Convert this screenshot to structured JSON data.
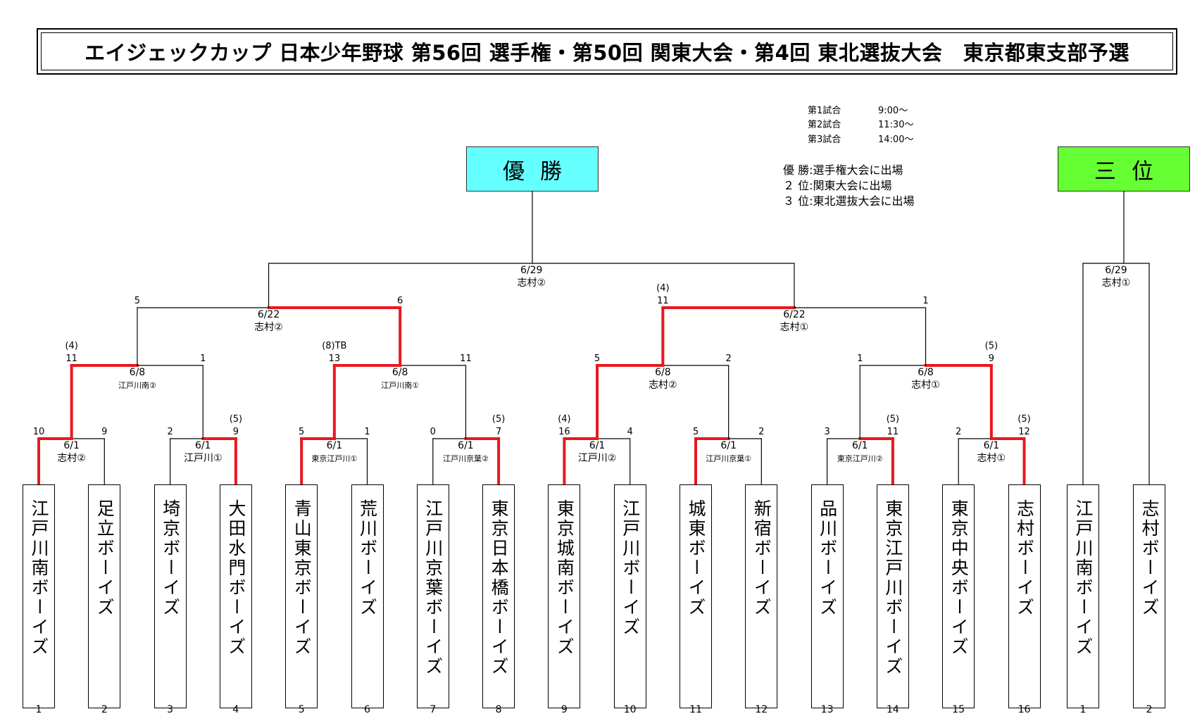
{
  "title": "エイジェックカップ 日本少年野球 第56回 選手権・第50回 関東大会・第4回 東北選抜大会　東京都東支部予選",
  "schedule": [
    {
      "label": "第1試合",
      "time": "9:00～"
    },
    {
      "label": "第2試合",
      "time": "11:30～"
    },
    {
      "label": "第3試合",
      "time": "14:00～"
    }
  ],
  "legend": [
    "優 勝:選手権大会に出場",
    "２ 位:関東大会に出場",
    "３ 位:東北選抜大会に出場"
  ],
  "champion_label": "優勝",
  "third_label": "三位",
  "colors": {
    "champion_bg": "#66ffff",
    "third_bg": "#66ff33",
    "win_line": "#e8181e",
    "line": "#000000"
  },
  "teams": [
    {
      "seed": "1",
      "name": "江戸川南ボーイズ"
    },
    {
      "seed": "2",
      "name": "足立ボーイズ"
    },
    {
      "seed": "3",
      "name": "埼京ボーイズ"
    },
    {
      "seed": "4",
      "name": "大田水門ボーイズ"
    },
    {
      "seed": "5",
      "name": "青山東京ボーイズ"
    },
    {
      "seed": "6",
      "name": "荒川ボーイズ"
    },
    {
      "seed": "7",
      "name": "江戸川京葉ボーイズ"
    },
    {
      "seed": "8",
      "name": "東京日本橋ボーイズ"
    },
    {
      "seed": "9",
      "name": "東京城南ボーイズ"
    },
    {
      "seed": "10",
      "name": "江戸川ボーイズ"
    },
    {
      "seed": "11",
      "name": "城東ボーイズ"
    },
    {
      "seed": "12",
      "name": "新宿ボーイズ"
    },
    {
      "seed": "13",
      "name": "品川ボーイズ"
    },
    {
      "seed": "14",
      "name": "東京江戸川ボーイズ"
    },
    {
      "seed": "15",
      "name": "東京中央ボーイズ"
    },
    {
      "seed": "16",
      "name": "志村ボーイズ"
    }
  ],
  "third_place_teams": [
    {
      "seed": "1",
      "name": "江戸川南ボーイズ"
    },
    {
      "seed": "2",
      "name": "志村ボーイズ"
    }
  ],
  "matches": [
    {
      "round": 1,
      "date": "6/1",
      "venue": "志村②",
      "scores": [
        "10",
        "9"
      ],
      "note": [
        "",
        ""
      ],
      "winner": 0
    },
    {
      "round": 1,
      "date": "6/1",
      "venue": "江戸川①",
      "scores": [
        "2",
        "9"
      ],
      "note": [
        "",
        "(5)"
      ],
      "winner": 1
    },
    {
      "round": 1,
      "date": "6/1",
      "venue": "東京江戸川①",
      "scores": [
        "5",
        "1"
      ],
      "note": [
        "",
        ""
      ],
      "winner": 0
    },
    {
      "round": 1,
      "date": "6/1",
      "venue": "江戸川京葉②",
      "scores": [
        "0",
        "7"
      ],
      "note": [
        "",
        "(5)"
      ],
      "winner": 1
    },
    {
      "round": 1,
      "date": "6/1",
      "venue": "江戸川②",
      "scores": [
        "16",
        "4"
      ],
      "note": [
        "(4)",
        ""
      ],
      "winner": 0
    },
    {
      "round": 1,
      "date": "6/1",
      "venue": "江戸川京葉①",
      "scores": [
        "5",
        "2"
      ],
      "note": [
        "",
        ""
      ],
      "winner": 0
    },
    {
      "round": 1,
      "date": "6/1",
      "venue": "東京江戸川②",
      "scores": [
        "3",
        "11"
      ],
      "note": [
        "",
        "(5)"
      ],
      "winner": 1
    },
    {
      "round": 1,
      "date": "6/1",
      "venue": "志村①",
      "scores": [
        "2",
        "12"
      ],
      "note": [
        "",
        "(5)"
      ],
      "winner": 1
    },
    {
      "round": 2,
      "date": "6/8",
      "venue": "江戸川南②",
      "scores": [
        "11",
        "1"
      ],
      "note": [
        "(4)",
        ""
      ],
      "winner": 0
    },
    {
      "round": 2,
      "date": "6/8",
      "venue": "江戸川南①",
      "scores": [
        "13",
        "11"
      ],
      "note": [
        "(8)TB",
        ""
      ],
      "winner": 0
    },
    {
      "round": 2,
      "date": "6/8",
      "venue": "志村②",
      "scores": [
        "5",
        "2"
      ],
      "note": [
        "",
        ""
      ],
      "winner": 0
    },
    {
      "round": 2,
      "date": "6/8",
      "venue": "志村①",
      "scores": [
        "1",
        "9"
      ],
      "note": [
        "",
        "(5)"
      ],
      "winner": 1
    },
    {
      "round": 3,
      "date": "6/22",
      "venue": "志村②",
      "scores": [
        "5",
        "6"
      ],
      "note": [
        "",
        ""
      ],
      "winner": 1
    },
    {
      "round": 3,
      "date": "6/22",
      "venue": "志村①",
      "scores": [
        "11",
        "1"
      ],
      "note": [
        "(4)",
        ""
      ],
      "winner": 0
    },
    {
      "round": 4,
      "date": "6/29",
      "venue": "志村②",
      "scores": [
        "",
        ""
      ],
      "note": [
        "",
        ""
      ],
      "winner": -1
    }
  ],
  "third_place_match": {
    "date": "6/29",
    "venue": "志村①",
    "scores": [
      "",
      ""
    ],
    "note": [
      "",
      ""
    ],
    "winner": -1
  }
}
